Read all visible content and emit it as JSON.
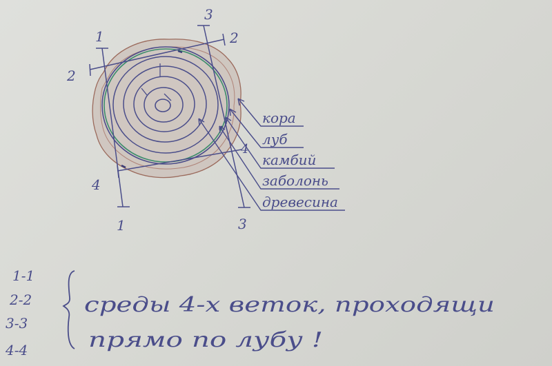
{
  "diagram": {
    "section_marks": {
      "top_1": "1",
      "bottom_1": "1",
      "left_2": "2",
      "right_2": "2",
      "top_3": "3",
      "bottom_3": "3",
      "left_4": "4",
      "right_4": "4"
    },
    "layer_labels": [
      "кора",
      "луб",
      "камбий",
      "заболонь",
      "древесина"
    ]
  },
  "note": {
    "pairs": [
      "1-1",
      "2-2",
      "3-3",
      "4-4"
    ],
    "line1": "среды 4-х веток, проходящи",
    "line2": "прямо по лубу !"
  },
  "colors": {
    "ink": "#4a4d8a",
    "bark_pencil": "#9b6a5c",
    "cambium_green": "#3c8c6c",
    "paper": "#dcddd8"
  }
}
